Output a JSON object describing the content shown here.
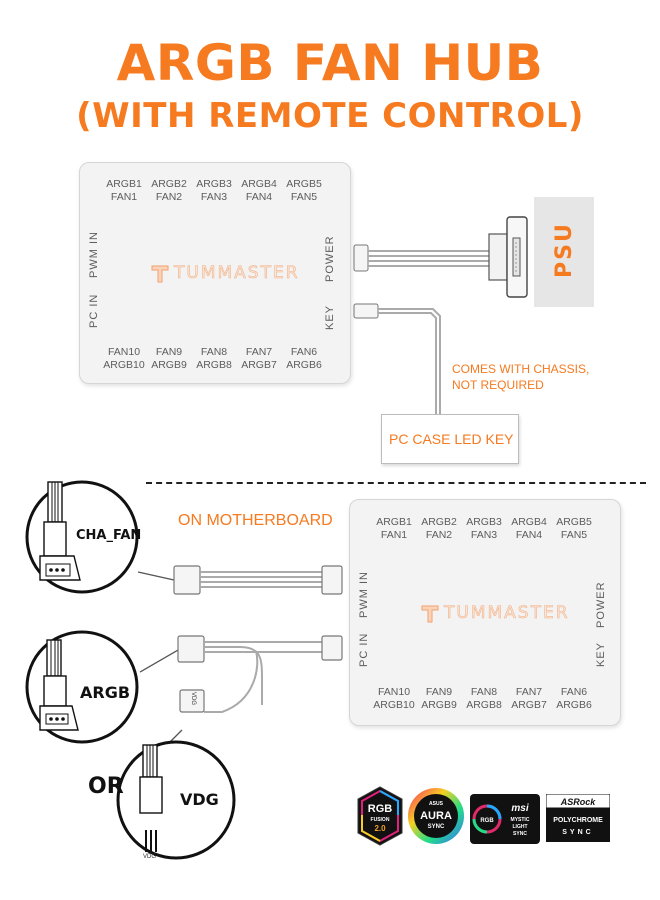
{
  "title": {
    "line1": "ARGB FAN HUB",
    "line2": "(WITH REMOTE CONTROL)"
  },
  "hub": {
    "top_ports": [
      {
        "argb": "ARGB1",
        "fan": "FAN1"
      },
      {
        "argb": "ARGB2",
        "fan": "FAN2"
      },
      {
        "argb": "ARGB3",
        "fan": "FAN3"
      },
      {
        "argb": "ARGB4",
        "fan": "FAN4"
      },
      {
        "argb": "ARGB5",
        "fan": "FAN5"
      }
    ],
    "bottom_ports": [
      {
        "fan": "FAN10",
        "argb": "ARGB10"
      },
      {
        "fan": "FAN9",
        "argb": "ARGB9"
      },
      {
        "fan": "FAN8",
        "argb": "ARGB8"
      },
      {
        "fan": "FAN7",
        "argb": "ARGB7"
      },
      {
        "fan": "FAN6",
        "argb": "ARGB6"
      }
    ],
    "left_pwm": "PWM IN",
    "left_pc": "PC IN",
    "right_power": "POWER",
    "right_key": "KEY",
    "brand": "TUMMASTER"
  },
  "psu": "PSU",
  "note": {
    "line1": "COMES WITH CHASSIS,",
    "line2": "NOT REQUIRED"
  },
  "led_key": "PC CASE LED KEY",
  "on_motherboard": "ON MOTHERBOARD",
  "cha_fan": "CHA_FAN",
  "argb": "ARGB",
  "or": "OR",
  "vdg": "VDG",
  "pin_label": "VDG",
  "connector_label": "VDG",
  "logos": {
    "rgb_fusion": {
      "top": "RGB",
      "mid": "FUSION",
      "bot": "2.0"
    },
    "aura": {
      "top": "ASUS",
      "mid": "AURA",
      "bot": "SYNC"
    },
    "msi": {
      "brand": "msi",
      "l1": "MYSTIC",
      "l2": "LIGHT",
      "l3": "SYNC",
      "core": "RGB"
    },
    "asrock": {
      "brand": "ASRock",
      "l1": "POLYCHROME",
      "l2": "SYNC"
    }
  },
  "colors": {
    "accent": "#f57a20",
    "hub": "#f3f3f3",
    "psu_box": "#e6e6e6"
  }
}
